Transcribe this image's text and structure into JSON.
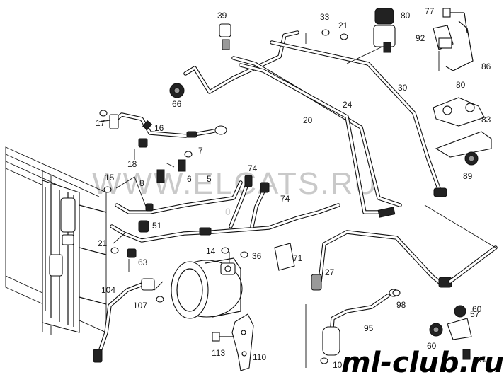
{
  "watermark": {
    "main": "WWW.ELCATS.RU",
    "sub": "0"
  },
  "logo": "ml-club.ru",
  "callouts": [
    {
      "id": "n39",
      "text": "39"
    },
    {
      "id": "n33",
      "text": "33"
    },
    {
      "id": "n21a",
      "text": "21"
    },
    {
      "id": "n80a",
      "text": "80"
    },
    {
      "id": "n77",
      "text": "77"
    },
    {
      "id": "n92",
      "text": "92"
    },
    {
      "id": "n86",
      "text": "86"
    },
    {
      "id": "n30",
      "text": "30"
    },
    {
      "id": "n80b",
      "text": "80"
    },
    {
      "id": "n66",
      "text": "66"
    },
    {
      "id": "n24",
      "text": "24"
    },
    {
      "id": "n20",
      "text": "20"
    },
    {
      "id": "n17",
      "text": "17"
    },
    {
      "id": "n16",
      "text": "16"
    },
    {
      "id": "n83",
      "text": "83"
    },
    {
      "id": "n18",
      "text": "18"
    },
    {
      "id": "n7",
      "text": "7"
    },
    {
      "id": "n89",
      "text": "89"
    },
    {
      "id": "n15",
      "text": "15"
    },
    {
      "id": "n8",
      "text": "8"
    },
    {
      "id": "n6",
      "text": "6"
    },
    {
      "id": "n5",
      "text": "5"
    },
    {
      "id": "n74a",
      "text": "74"
    },
    {
      "id": "n74b",
      "text": "74"
    },
    {
      "id": "n51",
      "text": "51"
    },
    {
      "id": "n21b",
      "text": "21"
    },
    {
      "id": "n14",
      "text": "14"
    },
    {
      "id": "n36",
      "text": "36"
    },
    {
      "id": "n71",
      "text": "71"
    },
    {
      "id": "n63",
      "text": "63"
    },
    {
      "id": "n27",
      "text": "27"
    },
    {
      "id": "n104",
      "text": "104"
    },
    {
      "id": "n98",
      "text": "98"
    },
    {
      "id": "n60a",
      "text": "60"
    },
    {
      "id": "n107",
      "text": "107"
    },
    {
      "id": "n95",
      "text": "95"
    },
    {
      "id": "n57",
      "text": "57"
    },
    {
      "id": "n113",
      "text": "113"
    },
    {
      "id": "n110",
      "text": "110"
    },
    {
      "id": "n60b",
      "text": "60"
    },
    {
      "id": "n10",
      "text": "10"
    },
    {
      "id": "n48",
      "text": "48"
    }
  ]
}
